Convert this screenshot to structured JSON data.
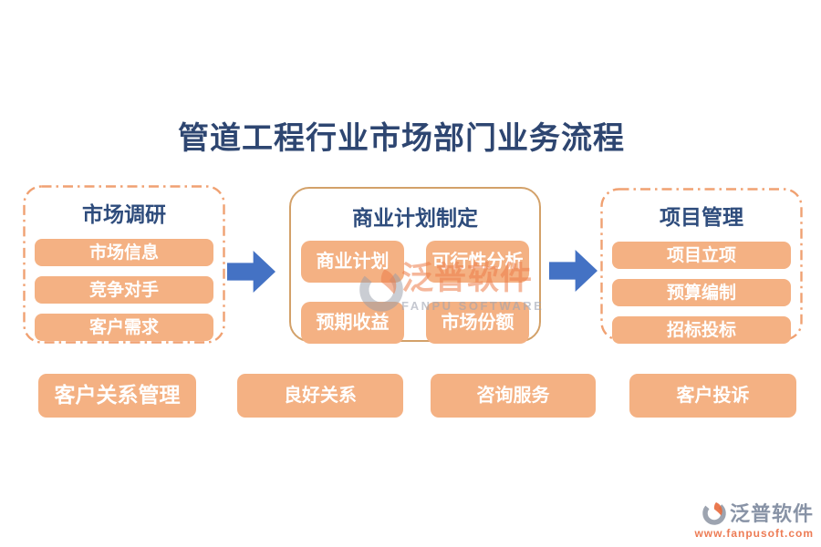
{
  "title": "管道工程行业市场部门业务流程",
  "stages": [
    {
      "header": "市场调研",
      "border_style": "dash-dot",
      "items": [
        "市场信息",
        "竞争对手",
        "客户需求"
      ]
    },
    {
      "header": "商业计划制定",
      "border_style": "solid",
      "items": [
        "商业计划",
        "可行性分析",
        "预期收益",
        "市场份额"
      ]
    },
    {
      "header": "项目管理",
      "border_style": "dash-dot",
      "items": [
        "项目立项",
        "预算编制",
        "招标投标"
      ]
    }
  ],
  "bottom_row": [
    "客户关系管理",
    "良好关系",
    "咨询服务",
    "客户投诉"
  ],
  "watermark": {
    "cn": "泛普软件",
    "en": "FANPU SOFTWARE"
  },
  "footer": {
    "brand": "泛普软件",
    "url": "www.fanpusoft.com"
  },
  "colors": {
    "pill": "#F4B183",
    "dashed_border": "#F0A172",
    "solid_border": "#D3A169",
    "arrow": "#4472C4",
    "heading_text": "#2E4671",
    "pill_text": "#FFFFFF",
    "watermark_orange": "#EC7C48",
    "footer_url": "#ED7C55"
  }
}
